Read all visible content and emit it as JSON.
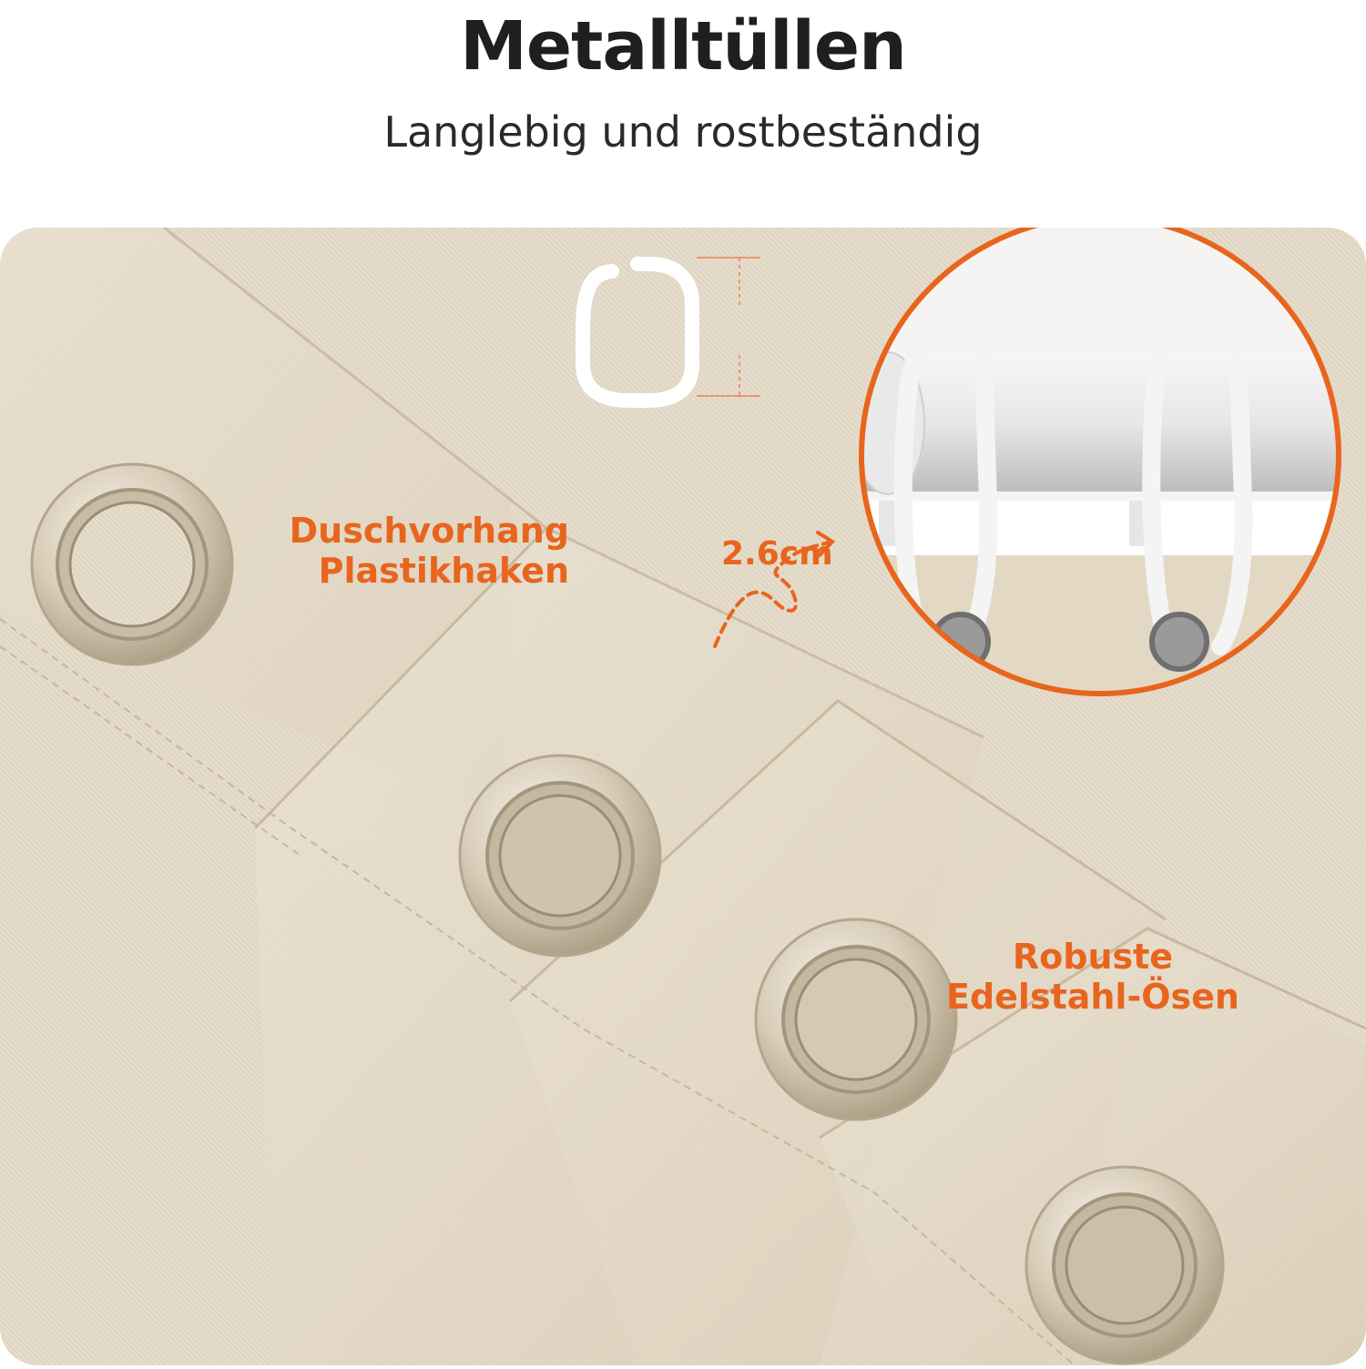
{
  "header": {
    "title": "Metalltüllen",
    "subtitle": "Langlebig und rostbeständig"
  },
  "callouts": {
    "hook_label_line1": "Duschvorhang",
    "hook_label_line2": "Plastikhaken",
    "hook_size": "2.6cm",
    "eyelet_label_line1": "Robuste",
    "eyelet_label_line2": "Edelstahl-Ösen"
  },
  "colors": {
    "accent": "#e8651e",
    "fabric": "#e6dccb",
    "title_text": "#1f1f1f"
  },
  "icons": [
    "hook-icon",
    "curved-arrow-icon",
    "eyelet-icon"
  ]
}
